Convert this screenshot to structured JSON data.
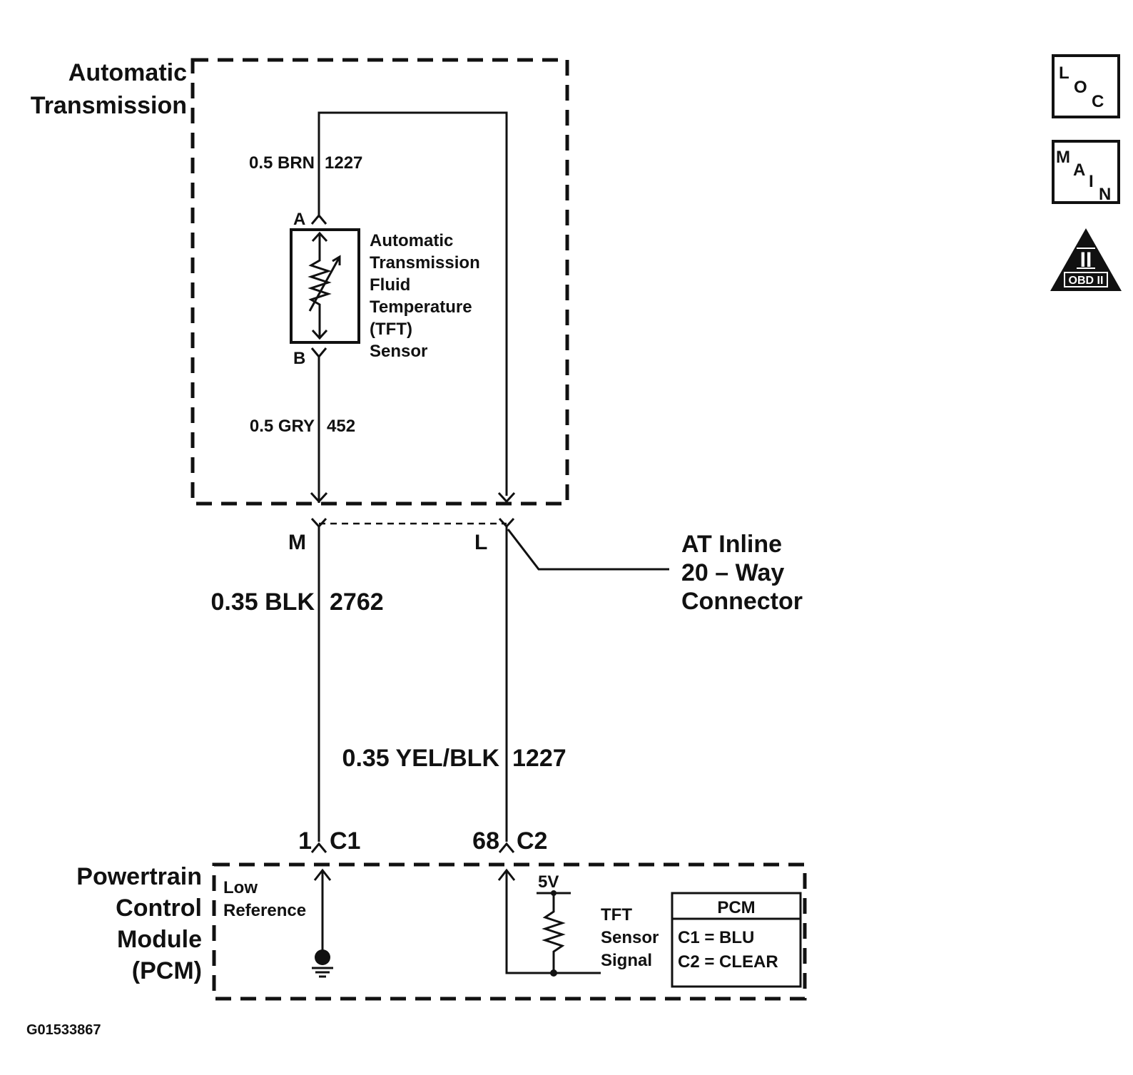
{
  "colors": {
    "ink": "#111111",
    "background": "#ffffff"
  },
  "transmission": {
    "title_line1": "Automatic",
    "title_line2": "Transmission",
    "wire_top_size_color": "0.5 BRN",
    "wire_top_circuit": "1227",
    "wire_bottom_size_color": "0.5 GRY",
    "wire_bottom_circuit": "452",
    "pin_a": "A",
    "pin_b": "B",
    "sensor_lines": [
      "Automatic",
      "Transmission",
      "Fluid",
      "Temperature",
      "(TFT)",
      "Sensor"
    ]
  },
  "inline_connector": {
    "pin_m": "M",
    "pin_l": "L",
    "label_lines": [
      "AT Inline",
      "20 – Way",
      "Connector"
    ]
  },
  "harness": {
    "left_wire_size_color": "0.35 BLK",
    "left_wire_circuit": "2762",
    "right_wire_size_color": "0.35 YEL/BLK",
    "right_wire_circuit": "1227"
  },
  "pcm": {
    "title_lines": [
      "Powertrain",
      "Control",
      "Module",
      "(PCM)"
    ],
    "pin_left_number": "1",
    "pin_left_connector": "C1",
    "pin_right_number": "68",
    "pin_right_connector": "C2",
    "low_ref_lines": [
      "Low",
      "Reference"
    ],
    "voltage": "5V",
    "signal_lines": [
      "TFT",
      "Sensor",
      "Signal"
    ],
    "legend_title": "PCM",
    "legend_c1": "C1 = BLU",
    "legend_c2": "C2 = CLEAR"
  },
  "icons": {
    "loc": {
      "l": "L",
      "o": "O",
      "c": "C"
    },
    "main": {
      "m": "M",
      "a": "A",
      "i": "I",
      "n": "N"
    },
    "obd": {
      "numeral": "II",
      "label": "OBD II"
    }
  },
  "figure_id": "G01533867"
}
